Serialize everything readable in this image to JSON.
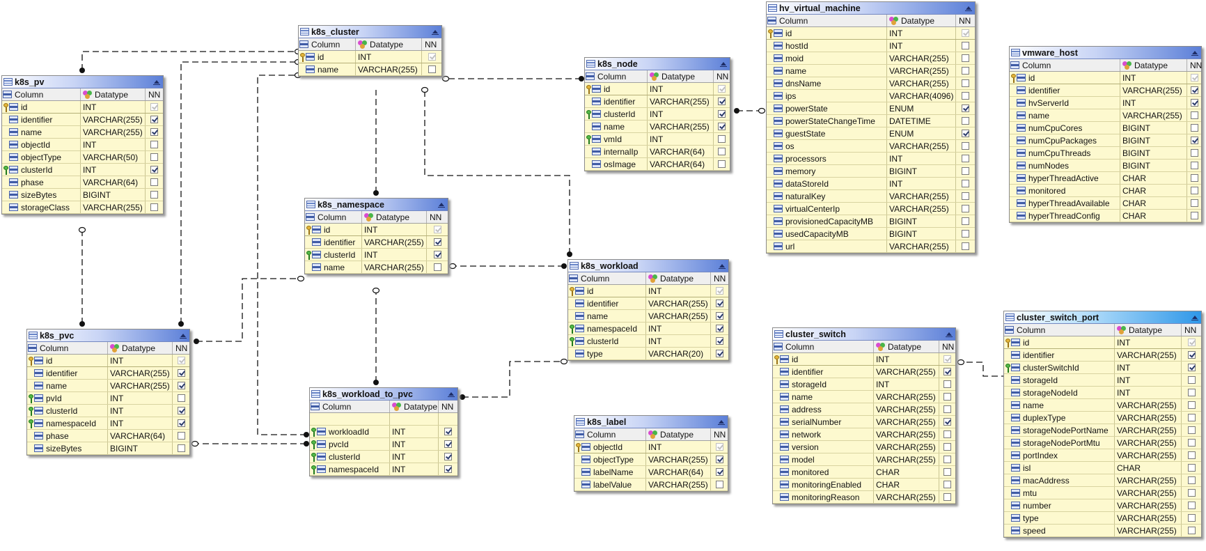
{
  "header": {
    "column": "Column",
    "datatype": "Datatype",
    "nn": "NN"
  },
  "tables": [
    {
      "id": "k8s_cluster",
      "name": "k8s_cluster",
      "rows": [
        [
          "pk",
          "id",
          "INT",
          "dis"
        ],
        [
          "",
          "name",
          "VARCHAR(255)",
          "off"
        ]
      ]
    },
    {
      "id": "k8s_pv",
      "name": "k8s_pv",
      "rows": [
        [
          "pk",
          "id",
          "INT",
          "dis"
        ],
        [
          "",
          "identifier",
          "VARCHAR(255)",
          "on"
        ],
        [
          "",
          "name",
          "VARCHAR(255)",
          "on"
        ],
        [
          "",
          "objectId",
          "INT",
          "off"
        ],
        [
          "",
          "objectType",
          "VARCHAR(50)",
          "off"
        ],
        [
          "fk",
          "clusterId",
          "INT",
          "on"
        ],
        [
          "",
          "phase",
          "VARCHAR(64)",
          "off"
        ],
        [
          "",
          "sizeBytes",
          "BIGINT",
          "off"
        ],
        [
          "",
          "storageClass",
          "VARCHAR(255)",
          "off"
        ]
      ]
    },
    {
      "id": "k8s_node",
      "name": "k8s_node",
      "rows": [
        [
          "pk",
          "id",
          "INT",
          "dis"
        ],
        [
          "",
          "identifier",
          "VARCHAR(255)",
          "on"
        ],
        [
          "fk",
          "clusterId",
          "INT",
          "on"
        ],
        [
          "",
          "name",
          "VARCHAR(255)",
          "on"
        ],
        [
          "fk",
          "vmId",
          "INT",
          "off"
        ],
        [
          "",
          "internalIp",
          "VARCHAR(64)",
          "off"
        ],
        [
          "",
          "osImage",
          "VARCHAR(64)",
          "off"
        ]
      ]
    },
    {
      "id": "hv_virtual_machine",
      "name": "hv_virtual_machine",
      "rows": [
        [
          "pk",
          "id",
          "INT",
          "dis"
        ],
        [
          "",
          "hostId",
          "INT",
          "off"
        ],
        [
          "",
          "moid",
          "VARCHAR(255)",
          "off"
        ],
        [
          "",
          "name",
          "VARCHAR(255)",
          "off"
        ],
        [
          "",
          "dnsName",
          "VARCHAR(255)",
          "off"
        ],
        [
          "",
          "ips",
          "VARCHAR(4096)",
          "off"
        ],
        [
          "",
          "powerState",
          "ENUM",
          "on"
        ],
        [
          "",
          "powerStateChangeTime",
          "DATETIME",
          "off"
        ],
        [
          "",
          "guestState",
          "ENUM",
          "on"
        ],
        [
          "",
          "os",
          "VARCHAR(255)",
          "off"
        ],
        [
          "",
          "processors",
          "INT",
          "off"
        ],
        [
          "",
          "memory",
          "BIGINT",
          "off"
        ],
        [
          "",
          "dataStoreId",
          "INT",
          "off"
        ],
        [
          "",
          "naturalKey",
          "VARCHAR(255)",
          "off"
        ],
        [
          "",
          "virtualCenterIp",
          "VARCHAR(255)",
          "off"
        ],
        [
          "",
          "provisionedCapacityMB",
          "BIGINT",
          "off"
        ],
        [
          "",
          "usedCapacityMB",
          "BIGINT",
          "off"
        ],
        [
          "",
          "url",
          "VARCHAR(255)",
          "off"
        ]
      ]
    },
    {
      "id": "vmware_host",
      "name": "vmware_host",
      "rows": [
        [
          "pk",
          "id",
          "INT",
          "dis"
        ],
        [
          "",
          "identifier",
          "VARCHAR(255)",
          "on"
        ],
        [
          "",
          "hvServerId",
          "INT",
          "on"
        ],
        [
          "",
          "name",
          "VARCHAR(255)",
          "off"
        ],
        [
          "",
          "numCpuCores",
          "BIGINT",
          "off"
        ],
        [
          "",
          "numCpuPackages",
          "BIGINT",
          "on"
        ],
        [
          "",
          "numCpuThreads",
          "BIGINT",
          "off"
        ],
        [
          "",
          "numNodes",
          "BIGINT",
          "off"
        ],
        [
          "",
          "hyperThreadActive",
          "CHAR",
          "off"
        ],
        [
          "",
          "monitored",
          "CHAR",
          "off"
        ],
        [
          "",
          "hyperThreadAvailable",
          "CHAR",
          "off"
        ],
        [
          "",
          "hyperThreadConfig",
          "CHAR",
          "off"
        ]
      ]
    },
    {
      "id": "k8s_namespace",
      "name": "k8s_namespace",
      "rows": [
        [
          "pk",
          "id",
          "INT",
          "dis"
        ],
        [
          "",
          "identifier",
          "VARCHAR(255)",
          "on"
        ],
        [
          "fk",
          "clusterId",
          "INT",
          "on"
        ],
        [
          "",
          "name",
          "VARCHAR(255)",
          "off"
        ]
      ]
    },
    {
      "id": "k8s_workload",
      "name": "k8s_workload",
      "rows": [
        [
          "pk",
          "id",
          "INT",
          "dis"
        ],
        [
          "",
          "identifier",
          "VARCHAR(255)",
          "on"
        ],
        [
          "",
          "name",
          "VARCHAR(255)",
          "on"
        ],
        [
          "fk",
          "namespaceId",
          "INT",
          "on"
        ],
        [
          "fk",
          "clusterId",
          "INT",
          "on"
        ],
        [
          "",
          "type",
          "VARCHAR(20)",
          "on"
        ]
      ]
    },
    {
      "id": "k8s_pvc",
      "name": "k8s_pvc",
      "rows": [
        [
          "pk",
          "id",
          "INT",
          "dis"
        ],
        [
          "",
          "identifier",
          "VARCHAR(255)",
          "on"
        ],
        [
          "",
          "name",
          "VARCHAR(255)",
          "on"
        ],
        [
          "fk",
          "pvId",
          "INT",
          "off"
        ],
        [
          "fk",
          "clusterId",
          "INT",
          "on"
        ],
        [
          "fk",
          "namespaceId",
          "INT",
          "on"
        ],
        [
          "",
          "phase",
          "VARCHAR(64)",
          "off"
        ],
        [
          "",
          "sizeBytes",
          "BIGINT",
          "off"
        ]
      ]
    },
    {
      "id": "k8s_workload_to_pvc",
      "name": "k8s_workload_to_pvc",
      "blankFirst": true,
      "rows": [
        [
          "fk",
          "workloadId",
          "INT",
          "on"
        ],
        [
          "fk",
          "pvcId",
          "INT",
          "on"
        ],
        [
          "fk",
          "clusterId",
          "INT",
          "on"
        ],
        [
          "fk",
          "namespaceId",
          "INT",
          "on"
        ]
      ]
    },
    {
      "id": "k8s_label",
      "name": "k8s_label",
      "rows": [
        [
          "pk",
          "objectId",
          "INT",
          "dis"
        ],
        [
          "",
          "objectType",
          "VARCHAR(255)",
          "on"
        ],
        [
          "",
          "labelName",
          "VARCHAR(64)",
          "on"
        ],
        [
          "",
          "labelValue",
          "VARCHAR(255)",
          "off"
        ]
      ]
    },
    {
      "id": "cluster_switch",
      "name": "cluster_switch",
      "rows": [
        [
          "pk",
          "id",
          "INT",
          "dis"
        ],
        [
          "",
          "identifier",
          "VARCHAR(255)",
          "on"
        ],
        [
          "",
          "storageId",
          "INT",
          "off"
        ],
        [
          "",
          "name",
          "VARCHAR(255)",
          "off"
        ],
        [
          "",
          "address",
          "VARCHAR(255)",
          "off"
        ],
        [
          "",
          "serialNumber",
          "VARCHAR(255)",
          "on"
        ],
        [
          "",
          "network",
          "VARCHAR(255)",
          "off"
        ],
        [
          "",
          "version",
          "VARCHAR(255)",
          "off"
        ],
        [
          "",
          "model",
          "VARCHAR(255)",
          "off"
        ],
        [
          "",
          "monitored",
          "CHAR",
          "off"
        ],
        [
          "",
          "monitoringEnabled",
          "CHAR",
          "off"
        ],
        [
          "",
          "monitoringReason",
          "VARCHAR(255)",
          "off"
        ]
      ]
    },
    {
      "id": "cluster_switch_port",
      "name": "cluster_switch_port",
      "highlight": true,
      "rows": [
        [
          "pk",
          "id",
          "INT",
          "dis"
        ],
        [
          "",
          "identifier",
          "VARCHAR(255)",
          "on"
        ],
        [
          "fk",
          "clusterSwitchId",
          "INT",
          "on"
        ],
        [
          "",
          "storageId",
          "INT",
          "off"
        ],
        [
          "",
          "storageNodeId",
          "INT",
          "off"
        ],
        [
          "",
          "name",
          "VARCHAR(255)",
          "off"
        ],
        [
          "",
          "duplexType",
          "VARCHAR(255)",
          "off"
        ],
        [
          "",
          "storageNodePortName",
          "VARCHAR(255)",
          "off"
        ],
        [
          "",
          "storageNodePortMtu",
          "VARCHAR(255)",
          "off"
        ],
        [
          "",
          "portIndex",
          "VARCHAR(255)",
          "off"
        ],
        [
          "",
          "isl",
          "CHAR",
          "off"
        ],
        [
          "",
          "macAddress",
          "VARCHAR(255)",
          "off"
        ],
        [
          "",
          "mtu",
          "VARCHAR(255)",
          "off"
        ],
        [
          "",
          "number",
          "VARCHAR(255)",
          "off"
        ],
        [
          "",
          "type",
          "VARCHAR(255)",
          "off"
        ],
        [
          "",
          "speed",
          "VARCHAR(255)",
          "off"
        ]
      ]
    }
  ]
}
